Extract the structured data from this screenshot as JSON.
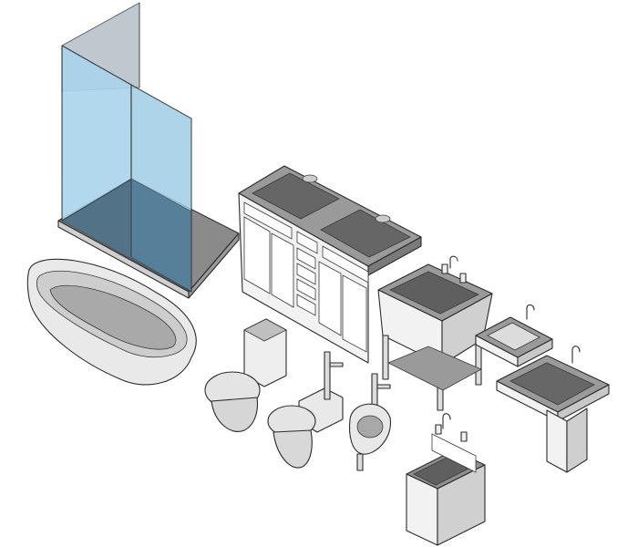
{
  "scene": {
    "background": "#ffffff",
    "objects": [
      {
        "name": "glass-shower-enclosure",
        "icon": "shower-icon"
      },
      {
        "name": "freestanding-bathtub",
        "icon": "bathtub-icon"
      },
      {
        "name": "double-sink-vanity",
        "icon": "vanity-icon"
      },
      {
        "name": "utility-sink",
        "icon": "utility-sink-icon"
      },
      {
        "name": "wall-hung-sink",
        "icon": "wall-sink-icon"
      },
      {
        "name": "pedestal-sink",
        "icon": "pedestal-sink-icon"
      },
      {
        "name": "one-piece-toilet",
        "icon": "toilet-icon"
      },
      {
        "name": "flushometer-toilet",
        "icon": "toilet-icon"
      },
      {
        "name": "wall-urinal",
        "icon": "urinal-icon"
      },
      {
        "name": "mop-sink",
        "icon": "mop-sink-icon"
      }
    ],
    "colors": {
      "glass": "#a9d3ea",
      "glass_dark": "#4f6f86",
      "glass_top": "#b8c2c9",
      "light": "#f4f4f4",
      "mid": "#c9c9c9",
      "dark": "#6b6b6b",
      "outline": "#2b2b2b"
    }
  }
}
